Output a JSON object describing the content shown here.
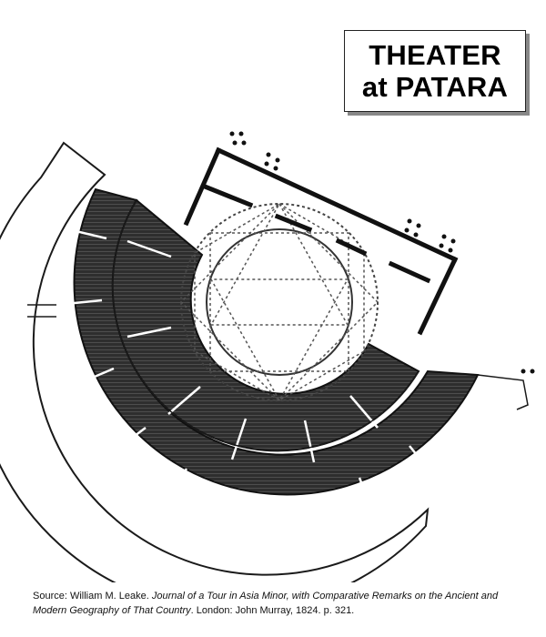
{
  "title": {
    "line1": "THEATER",
    "line2": "at PATARA"
  },
  "caption": {
    "source_prefix": "Source: William M. Leake. ",
    "book_title": "Journal of a Tour in Asia Minor, with Comparative Remarks on the Ancient and Modern Geography of That Country",
    "publication": ". London: John Murray, 1824. p. 321."
  },
  "colors": {
    "ink": "#1a1a1a",
    "seat_fill": "#3a3a3a",
    "background": "#ffffff"
  }
}
